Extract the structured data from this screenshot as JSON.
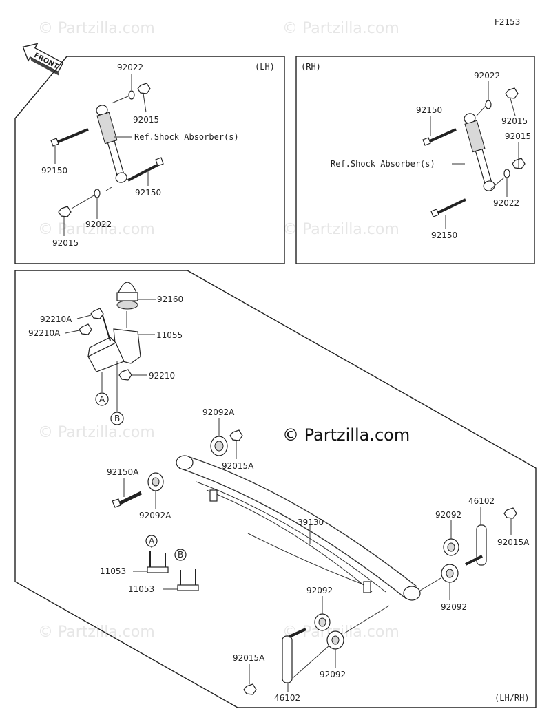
{
  "figure_code": "F2153",
  "watermark_text": "© Partzilla.com",
  "front_label": "FRONT",
  "lh_panel": {
    "side": "(LH)",
    "ref_text": "Ref.Shock Absorber(s)",
    "labels": {
      "washer_top": "92022",
      "nut_top": "92015",
      "bolt_left": "92150",
      "bolt_right": "92150",
      "washer_bottom": "92022",
      "nut_bottom": "92015"
    }
  },
  "rh_panel": {
    "side": "(RH)",
    "ref_text": "Ref.Shock Absorber(s)",
    "labels": {
      "washer_top": "92022",
      "bolt_top": "92150",
      "nut_top": "92015",
      "nut_mid": "92015",
      "washer_mid": "92022",
      "bolt_bottom": "92150"
    }
  },
  "leaf_panel": {
    "side": "(LH/RH)",
    "labels": {
      "bumper": "92160",
      "nut_a1": "92210A",
      "nut_a2": "92210A",
      "bracket": "11055",
      "nut_b": "92210",
      "callout_a": "A",
      "callout_b": "B",
      "bushing_top": "92092A",
      "nut_top": "92015A",
      "bolt": "92150A",
      "bushing_left": "92092A",
      "spring": "39130",
      "ubolt_a": "11053",
      "ubolt_b": "11053",
      "ubolt_callout_a": "A",
      "ubolt_callout_b": "B",
      "shackle_right": "46102",
      "bushing_r1": "92092",
      "nut_right": "92015A",
      "bushing_r2": "92092",
      "bushing_mid": "92092",
      "nut_bottom": "92015A",
      "bushing_bottom": "92092",
      "shackle_bottom": "46102"
    }
  }
}
